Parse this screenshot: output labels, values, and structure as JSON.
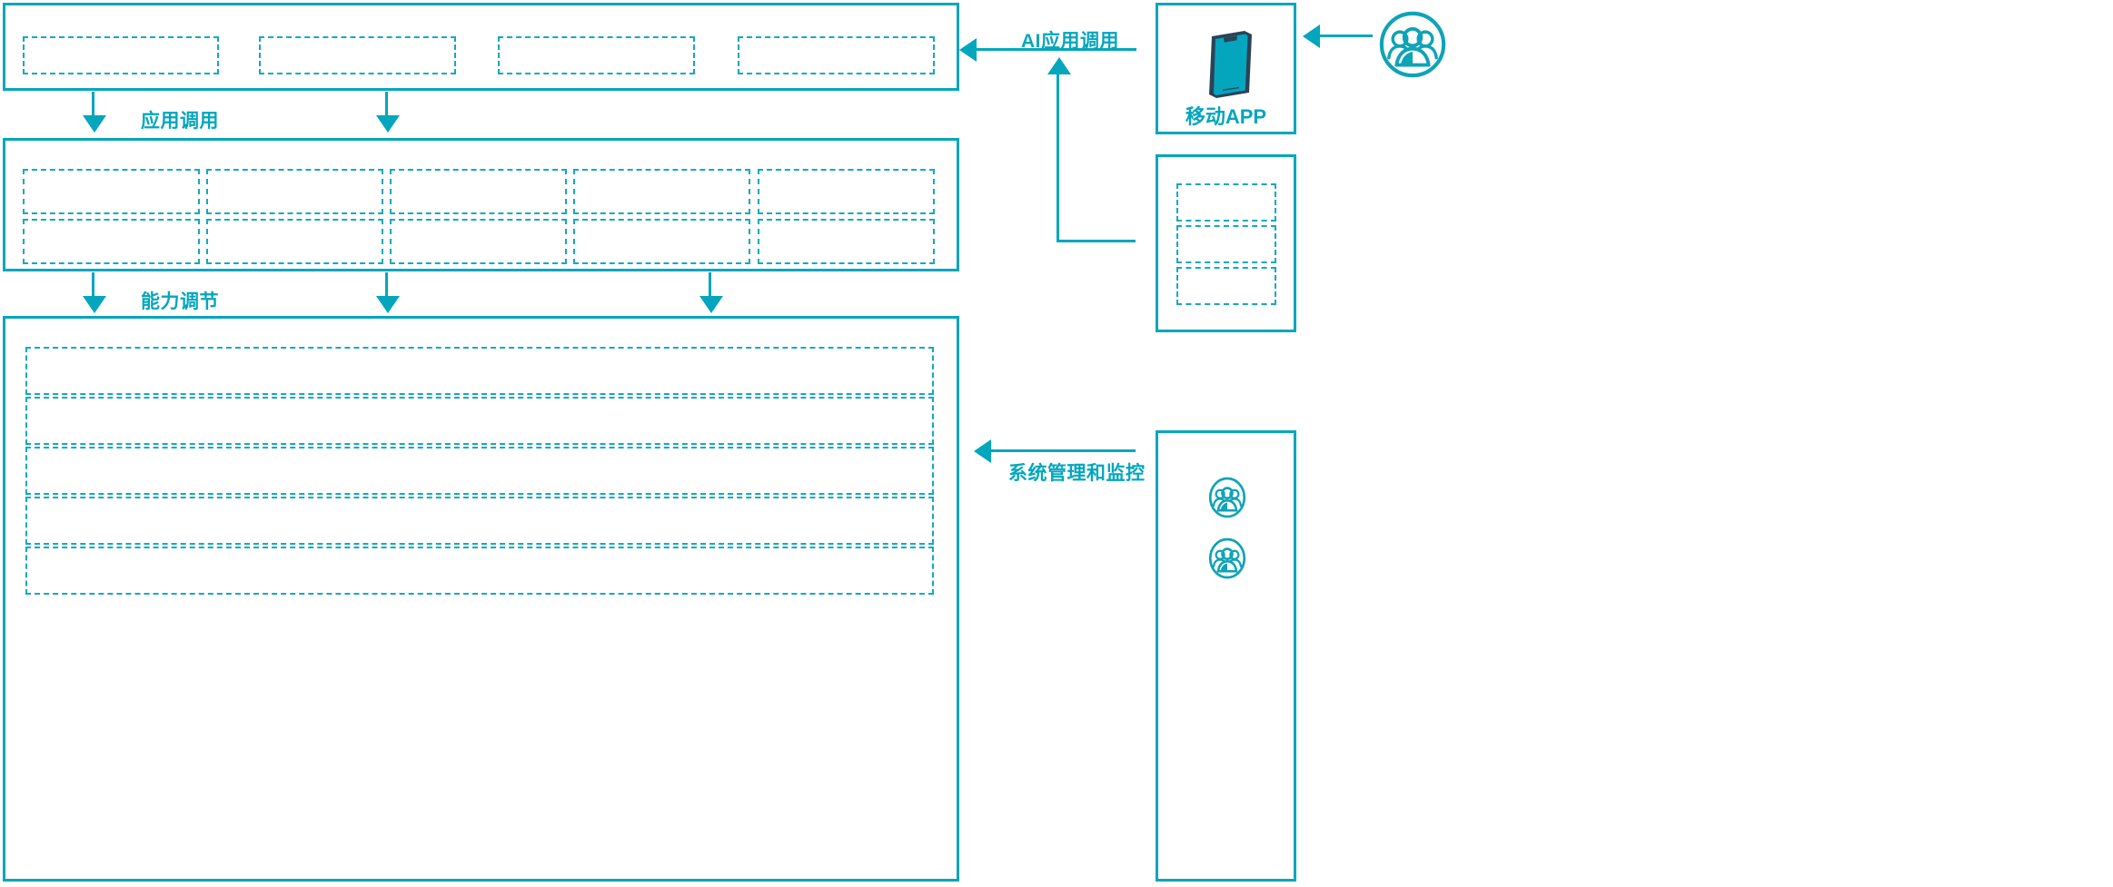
{
  "theme": {
    "accent": "#04A6BD",
    "accent_dashed": "#14A9BE",
    "phone_bezel": "#2B4257",
    "phone_screen": "#04A6BD",
    "background": "#FFFFFF"
  },
  "diagram": {
    "type": "layered-architecture",
    "layers": [
      {
        "name": "application-layer",
        "slot_count": 4,
        "slots": [
          {
            "label": ""
          },
          {
            "label": ""
          },
          {
            "label": ""
          },
          {
            "label": ""
          }
        ]
      },
      {
        "name": "capability-layer",
        "rows": 2,
        "columns": 5,
        "slots": [
          {
            "label": ""
          },
          {
            "label": ""
          },
          {
            "label": ""
          },
          {
            "label": ""
          },
          {
            "label": ""
          },
          {
            "label": ""
          },
          {
            "label": ""
          },
          {
            "label": ""
          },
          {
            "label": ""
          },
          {
            "label": ""
          }
        ]
      },
      {
        "name": "platform-layer",
        "rows": 5,
        "slots": [
          {
            "label": ""
          },
          {
            "label": ""
          },
          {
            "label": ""
          },
          {
            "label": ""
          },
          {
            "label": ""
          }
        ]
      }
    ]
  },
  "flows": [
    {
      "id": "app-invoke",
      "label": "应用调用"
    },
    {
      "id": "capability-tune",
      "label": "能力调节"
    },
    {
      "id": "ai-app-invoke",
      "label": "AI应用调用"
    },
    {
      "id": "sys-admin-monitor",
      "label": "系统管理和监控"
    }
  ],
  "right_panels": [
    {
      "id": "mobile-app",
      "caption": "移动APP",
      "icon": "smartphone-icon"
    },
    {
      "id": "channel-panel",
      "caption": "",
      "slots": [
        {
          "label": ""
        },
        {
          "label": ""
        },
        {
          "label": ""
        }
      ]
    },
    {
      "id": "operations-panel",
      "caption": "",
      "icons": [
        "group-users-icon",
        "group-users-icon"
      ]
    }
  ],
  "actors": [
    {
      "id": "external-users",
      "icon": "group-users-icon",
      "label": ""
    }
  ]
}
